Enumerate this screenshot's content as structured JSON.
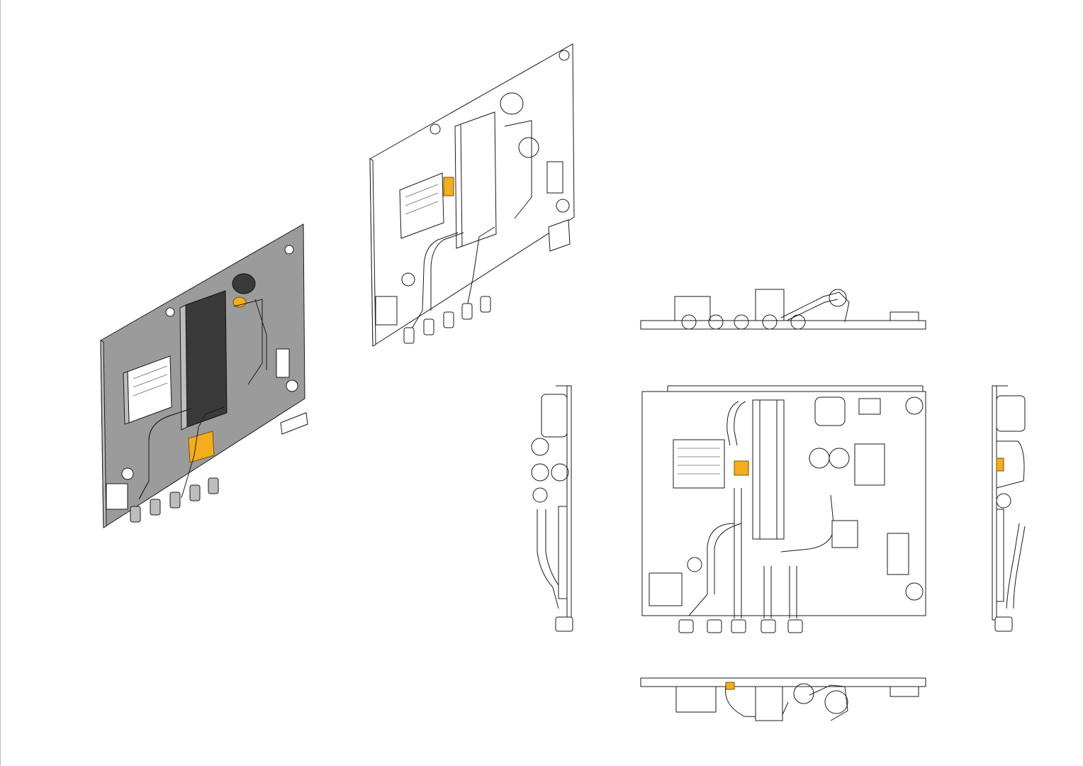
{
  "sheet": {
    "views": [
      {
        "id": "iso-shaded",
        "style": "shaded"
      },
      {
        "id": "iso-wireframe",
        "style": "hidden-line"
      },
      {
        "id": "top",
        "style": "hidden-line"
      },
      {
        "id": "front",
        "style": "hidden-line"
      },
      {
        "id": "left",
        "style": "hidden-line"
      },
      {
        "id": "right",
        "style": "hidden-line"
      },
      {
        "id": "bottom",
        "style": "hidden-line"
      }
    ],
    "colors": {
      "background": "#ffffff",
      "line": "#1a1a1a",
      "shade_plate": "#9b9b9b",
      "shade_exchanger": "#3a3a3a",
      "highlight": "#f4ad1b"
    }
  }
}
